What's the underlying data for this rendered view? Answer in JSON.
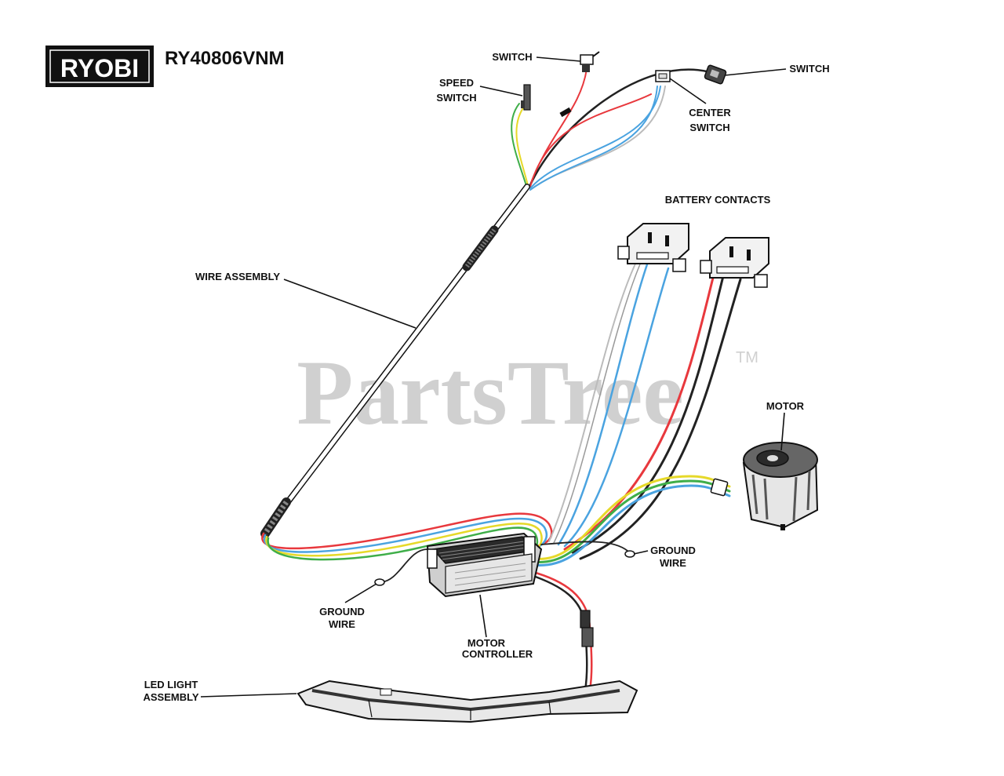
{
  "brand": {
    "logo_text": "RYOBI",
    "model": "RY40806VNM"
  },
  "watermark": {
    "text": "PartsTree",
    "trademark": "TM"
  },
  "labels": {
    "switch_top": "SWITCH",
    "speed_switch": [
      "SPEED",
      "SWITCH"
    ],
    "switch_right": "SWITCH",
    "center_switch": [
      "CENTER",
      "SWITCH"
    ],
    "battery_contacts": "BATTERY CONTACTS",
    "wire_assembly": "WIRE ASSEMBLY",
    "motor": "MOTOR",
    "ground_wire_right": [
      "GROUND",
      "WIRE"
    ],
    "ground_wire_left": [
      "GROUND",
      "WIRE"
    ],
    "motor_controller": [
      "MOTOR",
      "CONTROLLER"
    ],
    "led_light_assembly": [
      "LED LIGHT",
      "ASSEMBLY"
    ]
  },
  "colors": {
    "red": "#e8383d",
    "blue": "#4aa3e0",
    "yellow": "#e6d92a",
    "green": "#3fae49",
    "black": "#222222",
    "white": "#bbbbbb",
    "watermark": "#d0d0d0"
  }
}
